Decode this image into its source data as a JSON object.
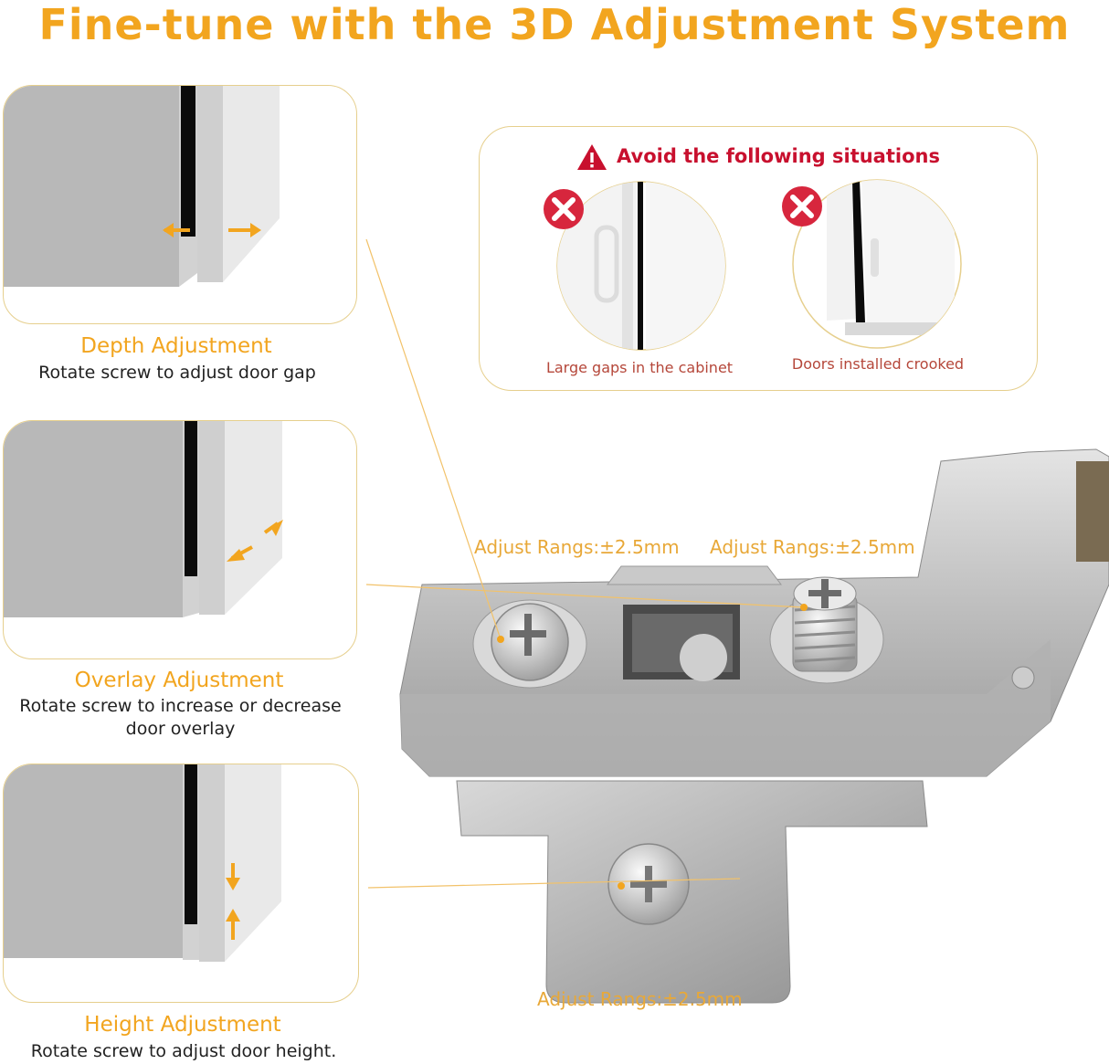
{
  "title": "Fine-tune with the 3D Adjustment System",
  "adjustments": [
    {
      "title": "Depth Adjustment",
      "description": "Rotate screw to adjust door gap"
    },
    {
      "title": "Overlay Adjustment",
      "description": "Rotate screw to increase or decrease door overlay"
    },
    {
      "title": "Height Adjustment",
      "description": "Rotate screw to adjust door height."
    }
  ],
  "avoid": {
    "title": "Avoid the following situations",
    "items": [
      {
        "label": "Large gaps in the cabinet"
      },
      {
        "label": "Doors installed crooked"
      }
    ]
  },
  "ranges": [
    {
      "label": "Adjust Rangs:±2.5mm"
    },
    {
      "label": "Adjust Rangs:±2.5mm"
    },
    {
      "label": "Adjust Rangs:±2.5mm"
    }
  ],
  "colors": {
    "accent": "#f2a51f",
    "warning": "#c8102e",
    "panel_border": "#e6cf8d"
  }
}
